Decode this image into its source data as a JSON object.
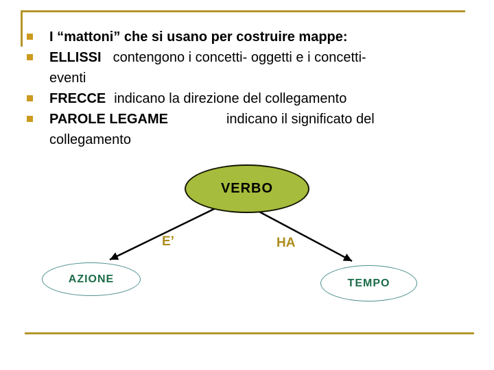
{
  "bullets": [
    {
      "lead": "I “mattoni” che si usano per costruire mappe:",
      "rest": "",
      "cont": ""
    },
    {
      "lead": "ELLISSI",
      "rest": "contengono i concetti- oggetti e i concetti-",
      "cont": "eventi"
    },
    {
      "lead": "FRECCE",
      "rest": "indicano la direzione del collegamento",
      "cont": ""
    },
    {
      "lead": "PAROLE LEGAME",
      "rest": "indicano il significato del",
      "cont": "collegamento"
    }
  ],
  "diagram": {
    "root": {
      "label": "VERBO"
    },
    "edges": [
      {
        "label": "E’",
        "from": "VERBO",
        "to": "AZIONE"
      },
      {
        "label": "HA",
        "from": "VERBO",
        "to": "TEMPO"
      }
    ],
    "leaves": [
      {
        "label": "AZIONE"
      },
      {
        "label": "TEMPO"
      }
    ]
  },
  "colors": {
    "rule_gold": "#B5952B",
    "bullet_gold": "#CC9A1E",
    "root_node_fill": "#A6BC3C",
    "edge_label_gold": "#AD8C1D",
    "leaf_text_green": "#1A6B47",
    "leaf_border_teal": "#4E8F8F",
    "arrow_black": "#000000"
  }
}
